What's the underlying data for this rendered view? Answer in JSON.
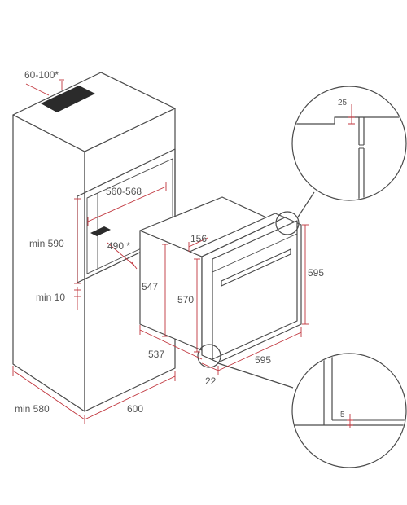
{
  "colors": {
    "line": "#4a4a4a",
    "dimension": "#c0343c",
    "text": "#555555",
    "background": "#ffffff"
  },
  "labels": {
    "ventilation": "60-100*",
    "niche_width": "560-568",
    "niche_height": "min 590",
    "niche_depth": "490 *",
    "base_gap": "min 10",
    "cabinet_depth": "min 580",
    "cabinet_width": "600",
    "oven_body_height": "547",
    "oven_top_step": "156",
    "oven_front_height": "570",
    "oven_depth": "537",
    "oven_frame_depth": "22",
    "oven_width": "595",
    "oven_height": "595",
    "detail_top_gap": "25",
    "detail_bottom_gap": "5"
  }
}
